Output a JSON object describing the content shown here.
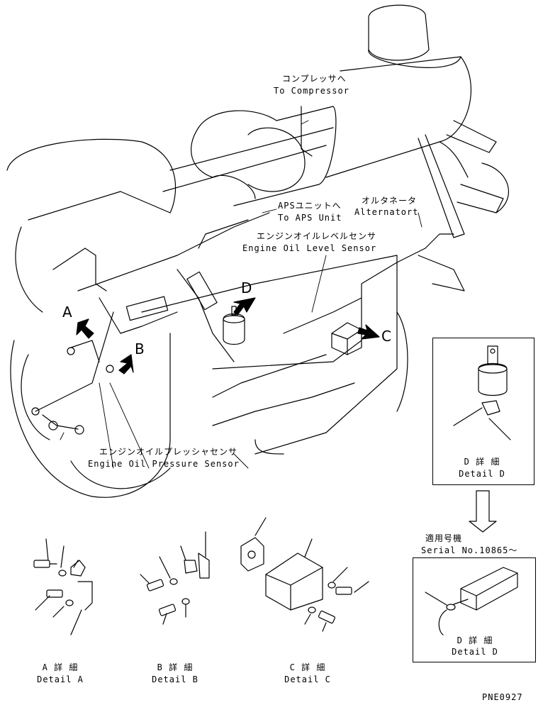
{
  "labels": {
    "compressor_jp": "コンプレッサへ",
    "compressor_en": "To Compressor",
    "aps_jp": "APSユニットへ",
    "aps_en": "To APS Unit",
    "alternator_jp": "オルタネータ",
    "alternator_en": "Alternatort",
    "oil_level_jp": "エンジンオイルレベルセンサ",
    "oil_level_en": "Engine Oil Level Sensor",
    "oil_pressure_jp": "エンジンオイルプレッシャセンサ",
    "oil_pressure_en": "Engine Oil Pressure Sensor"
  },
  "callouts": {
    "a": "A",
    "b": "B",
    "c": "C",
    "d": "D"
  },
  "details": {
    "a_jp": "A 詳 細",
    "a_en": "Detail A",
    "b_jp": "B 詳 細",
    "b_en": "Detail B",
    "c_jp": "C 詳 細",
    "c_en": "Detail C",
    "d_jp": "D 詳 細",
    "d_en": "Detail D",
    "d2_jp": "D 詳 細",
    "d2_en": "Detail D"
  },
  "serial": {
    "jp": "適用号機",
    "en": "Serial No.10865～"
  },
  "drawing_code": "PNE0927"
}
